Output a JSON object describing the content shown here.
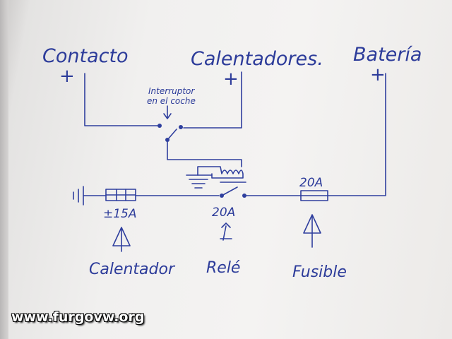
{
  "labels": {
    "contacto": "Contacto",
    "calentadores": "Calentadores.",
    "bateria": "Batería",
    "plus_contacto": "+",
    "plus_calentadores": "+",
    "plus_bateria": "+",
    "interruptor_line1": "Interruptor",
    "interruptor_line2": "en el coche",
    "rating_fuse": "20A",
    "rating_relay": "20A",
    "rating_heater": "±15A",
    "calentador": "Calentador",
    "rele": "Relé",
    "fusible": "Fusible"
  },
  "watermark": "www.furgovw.org",
  "colors": {
    "ink": "#2f3f9e",
    "paper": "#f3f2f1",
    "watermark": "#ffffff"
  }
}
